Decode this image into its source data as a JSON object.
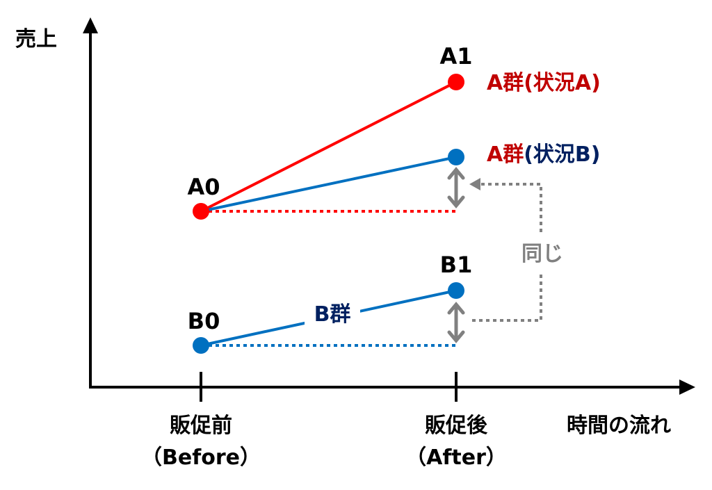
{
  "axes": {
    "y_label": "売上",
    "x_label": "時間の流れ"
  },
  "ticks": [
    {
      "line1": "販促前",
      "line2": "（Before）"
    },
    {
      "line1": "販促後",
      "line2": "（After）"
    }
  ],
  "points": {
    "A0": "A0",
    "A1": "A1",
    "B0": "B0",
    "B1": "B1"
  },
  "labels": {
    "a_group_case_a": "A群(状況A)",
    "a_group_prefix": "A群",
    "case_b_suffix": "(状況B)",
    "b_group": "B群",
    "same": "同じ"
  },
  "colors": {
    "red": "#ff0000",
    "blue": "#0070c0",
    "label_red": "#c00000",
    "label_navy": "#002060",
    "gray": "#808080"
  }
}
